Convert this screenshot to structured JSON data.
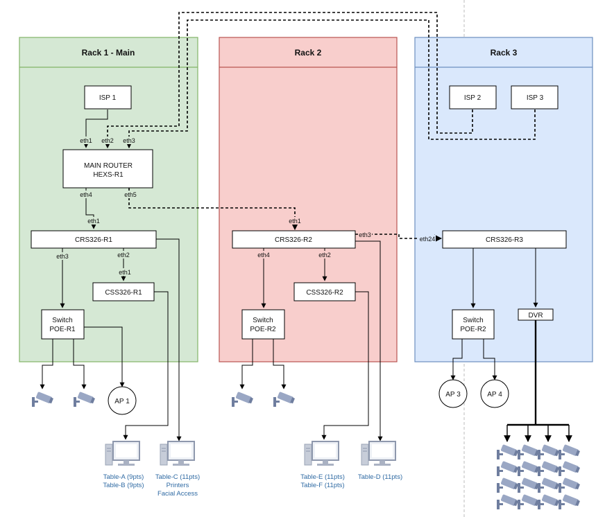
{
  "racks": [
    {
      "id": "rack1",
      "title": "Rack 1 - Main"
    },
    {
      "id": "rack2",
      "title": "Rack 2"
    },
    {
      "id": "rack3",
      "title": "Rack 3"
    }
  ],
  "nodes": {
    "isp1": "ISP 1",
    "isp2": "ISP 2",
    "isp3": "ISP 3",
    "router_line1": "MAIN ROUTER",
    "router_line2": "HEXS-R1",
    "crs_r1": "CRS326-R1",
    "css_r1": "CSS326-R1",
    "poe_r1_line1": "Switch",
    "poe_r1_line2": "POE-R1",
    "crs_r2": "CRS326-R2",
    "css_r2": "CSS326-R2",
    "poe_r2_line1": "Switch",
    "poe_r2_line2": "POE-R2",
    "crs_r3": "CRS326-R3",
    "poe_r3_line1": "Switch",
    "poe_r3_line2": "POE-R2",
    "dvr": "DVR",
    "ap1": "AP 1",
    "ap3": "AP 3",
    "ap4": "AP 4"
  },
  "ports": {
    "router_eth1": "eth1",
    "router_eth2": "eth2",
    "router_eth3": "eth3",
    "router_eth4": "eth4",
    "router_eth5": "eth5",
    "crs_r1_eth1": "eth1",
    "crs_r1_eth3": "eth3",
    "crs_r1_eth2": "eth2",
    "css_r1_eth1": "eth1",
    "crs_r2_eth1": "eth1",
    "crs_r2_eth4": "eth4",
    "crs_r2_eth2": "eth2",
    "crs_r2_eth3": "eth3",
    "crs_r3_eth24": "eth24"
  },
  "workstations": {
    "pc_ab_line1": "Table-A (9pts)",
    "pc_ab_line2": "Table-B (9pts)",
    "pc_c_line1": "Table-C (11pts)",
    "pc_c_line2": "Printers",
    "pc_c_line3": "Facial Access",
    "pc_ef_line1": "Table-E (11pts)",
    "pc_ef_line2": "Table-F (11pts)",
    "pc_d_line1": "Table-D (11pts)"
  },
  "colors": {
    "rack1_fill": "#d5e8d4",
    "rack1_stroke": "#82b366",
    "rack2_fill": "#f8cecc",
    "rack2_stroke": "#b85450",
    "rack3_fill": "#dae8fc",
    "rack3_stroke": "#6c8ebf",
    "camera": "#9aa7c4",
    "pc_label": "#2f6aa3"
  }
}
